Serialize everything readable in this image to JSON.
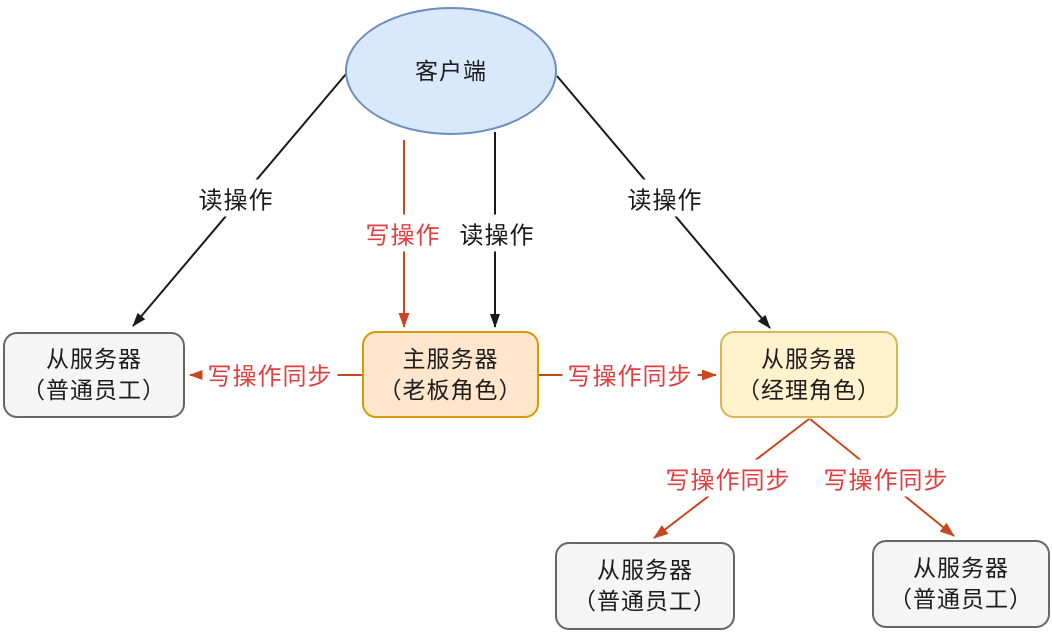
{
  "diagram": {
    "type": "master-slave-replication-topology",
    "nodes": {
      "client": {
        "label": "客户端"
      },
      "slave_left": {
        "line1": "从服务器",
        "line2": "（普通员工）"
      },
      "master": {
        "line1": "主服务器",
        "line2": "（老板角色）"
      },
      "slave_manager": {
        "line1": "从服务器",
        "line2": "（经理角色）"
      },
      "slave_bottom_left": {
        "line1": "从服务器",
        "line2": "（普通员工）"
      },
      "slave_bottom_right": {
        "line1": "从服务器",
        "line2": "（普通员工）"
      }
    },
    "edge_labels": {
      "read_left": "读操作",
      "write_mid": "写操作",
      "read_mid": "读操作",
      "read_right": "读操作",
      "sync_left": "写操作同步",
      "sync_right": "写操作同步",
      "sync_bottom_left": "写操作同步",
      "sync_bottom_right": "写操作同步"
    },
    "colors": {
      "background": "#ffffff",
      "client_fill": "#dae8fc",
      "client_border": "#6c8ebf",
      "master_fill": "#ffe6cc",
      "master_border": "#d79b00",
      "manager_fill": "#fff2cc",
      "manager_border": "#d6b656",
      "slave_fill": "#f5f5f5",
      "slave_border": "#666666",
      "arrow_black": "#1a1a1a",
      "arrow_red": "#c9461f",
      "label_red_text": "#e04040",
      "node_text": "#1c1c1c"
    }
  }
}
